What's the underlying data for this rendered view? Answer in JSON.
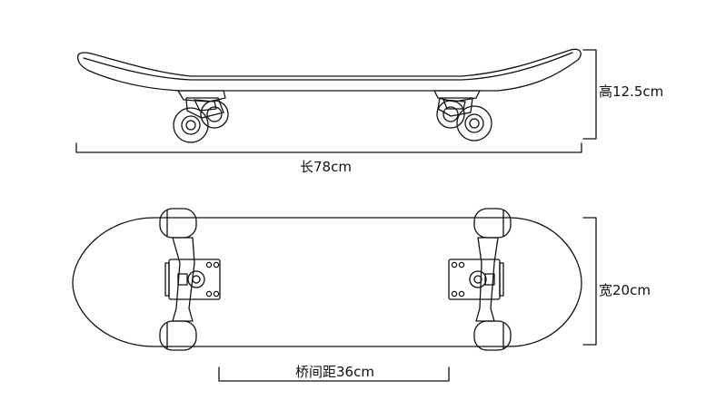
{
  "dimensions": {
    "height_label": "高12.5cm",
    "length_label": "长78cm",
    "width_label": "宽20cm",
    "wheelbase_label": "桥间距36cm"
  },
  "colors": {
    "line": "#111111",
    "background": "#ffffff"
  }
}
